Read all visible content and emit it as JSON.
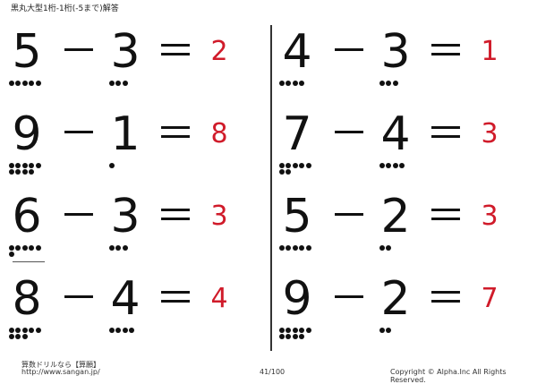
{
  "header": {
    "title": "黒丸大型1桁-1桁(-5まで)解答"
  },
  "problems": [
    {
      "a": "5",
      "b": "3",
      "answer": "2",
      "a_dots": 5,
      "b_dots": 3
    },
    {
      "a": "9",
      "b": "1",
      "answer": "8",
      "a_dots": 9,
      "b_dots": 1
    },
    {
      "a": "6",
      "b": "3",
      "answer": "3",
      "a_dots": 6,
      "b_dots": 3
    },
    {
      "a": "8",
      "b": "4",
      "answer": "4",
      "a_dots": 8,
      "b_dots": 4
    },
    {
      "a": "4",
      "b": "3",
      "answer": "1",
      "a_dots": 4,
      "b_dots": 3
    },
    {
      "a": "7",
      "b": "4",
      "answer": "3",
      "a_dots": 7,
      "b_dots": 4
    },
    {
      "a": "5",
      "b": "2",
      "answer": "3",
      "a_dots": 5,
      "b_dots": 2
    },
    {
      "a": "9",
      "b": "2",
      "answer": "7",
      "a_dots": 9,
      "b_dots": 2
    }
  ],
  "symbols": {
    "minus": "－",
    "equals": "＝"
  },
  "footer": {
    "brand": "算数ドリルなら【算願】",
    "url": "http://www.sangan.jp/",
    "page": "41/100",
    "copyright": "Copyright © Alpha.Inc All Rights Reserved."
  },
  "colors": {
    "answer": "#d01b2a",
    "ink": "#111111"
  }
}
